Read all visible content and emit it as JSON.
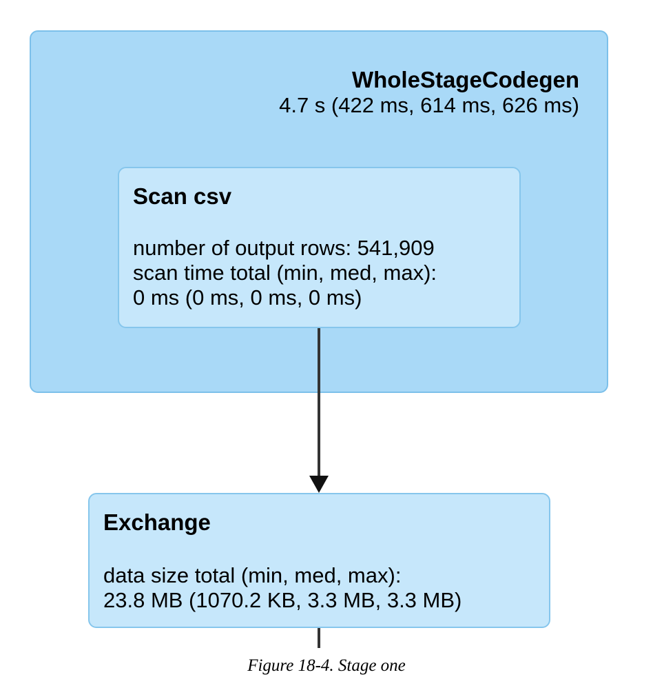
{
  "whole_stage_codegen": {
    "title": "WholeStageCodegen",
    "time": "4.7 s (422 ms, 614 ms, 626 ms)"
  },
  "scan_csv": {
    "title": "Scan csv",
    "lines": [
      "number of output rows: 541,909",
      "scan time total (min, med, max):",
      "0 ms (0 ms, 0 ms, 0 ms)"
    ]
  },
  "exchange": {
    "title": "Exchange",
    "lines": [
      "data size total (min, med, max):",
      "23.8 MB (1070.2 KB, 3.3 MB, 3.3 MB)"
    ]
  },
  "caption": "Figure 18-4. Stage one",
  "colors": {
    "cluster_fill": "#a9d9f7",
    "cluster_border": "#7cc0ea",
    "node_fill": "#c6e7fb",
    "node_border": "#86c6ec",
    "edge": "#333333"
  }
}
